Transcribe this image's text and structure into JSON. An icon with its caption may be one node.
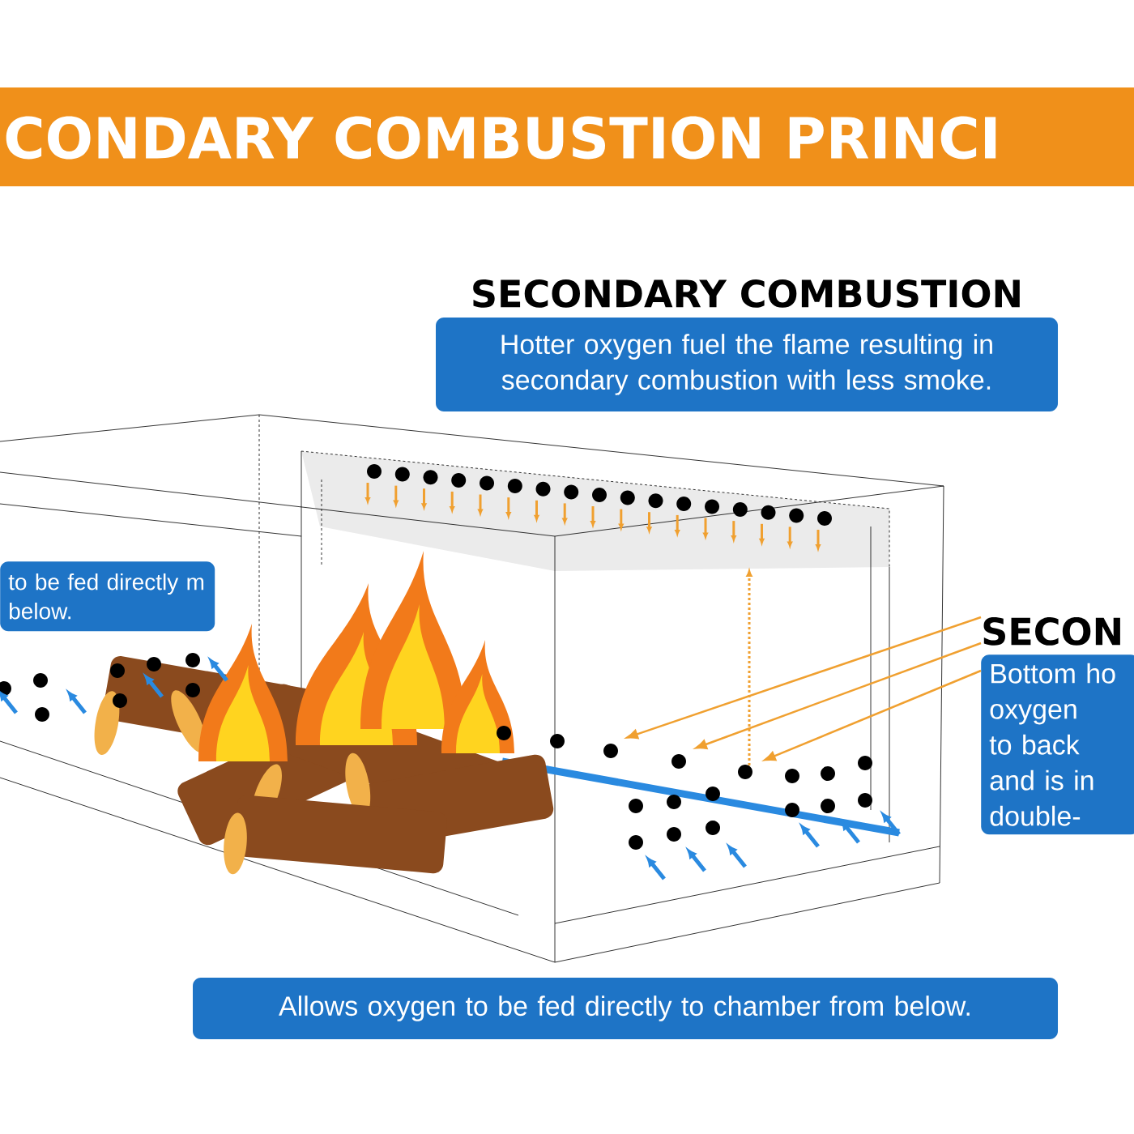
{
  "diagram": {
    "title": "CONDARY COMBUSTION PRINCI",
    "nodes": [
      {
        "text": [
          "SECONDARY COMBUSTION",
          "Hotter oxygen fuel the flame resulting in secondary combustion with less smoke."
        ]
      },
      {
        "text": [
          "to be fed directly m below."
        ]
      },
      {
        "text": [
          "SECON",
          "Bottom ho oxygen to back and is in double-"
        ]
      },
      {
        "text": [
          "Allows oxygen to be fed directly to chamber from below."
        ]
      }
    ],
    "edges": [
      {
        "from": 2,
        "to": null,
        "arrow": "to"
      },
      {
        "from": 2,
        "to": null,
        "arrow": "to"
      },
      {
        "from": 2,
        "to": null,
        "arrow": "to"
      }
    ]
  }
}
